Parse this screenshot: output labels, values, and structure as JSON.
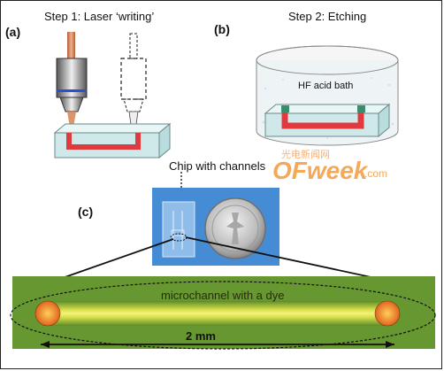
{
  "panel_a": {
    "label": "(a)",
    "title": "Step 1: Laser ‘writing’"
  },
  "panel_b": {
    "label": "(b)",
    "title": "Step 2: Etching",
    "bath_label": "HF acid bath"
  },
  "panel_c": {
    "label": "(c)",
    "chip_label": "Chip with channels",
    "channel_label": "microchannel with a dye",
    "scale_label": "2 mm"
  },
  "watermark": {
    "cn": "光电新闻网",
    "brand": "OFweek",
    "suffix": ".com"
  },
  "colors": {
    "channel_red": "#e03a3e",
    "glass": "#d8eef0",
    "beam": "#c97a4a",
    "microscope_green": "#7fa63c",
    "dye_yellow": "#e6e84a",
    "chip_blue": "#4a8fd6",
    "watermark_orange": "#f08a2c"
  }
}
